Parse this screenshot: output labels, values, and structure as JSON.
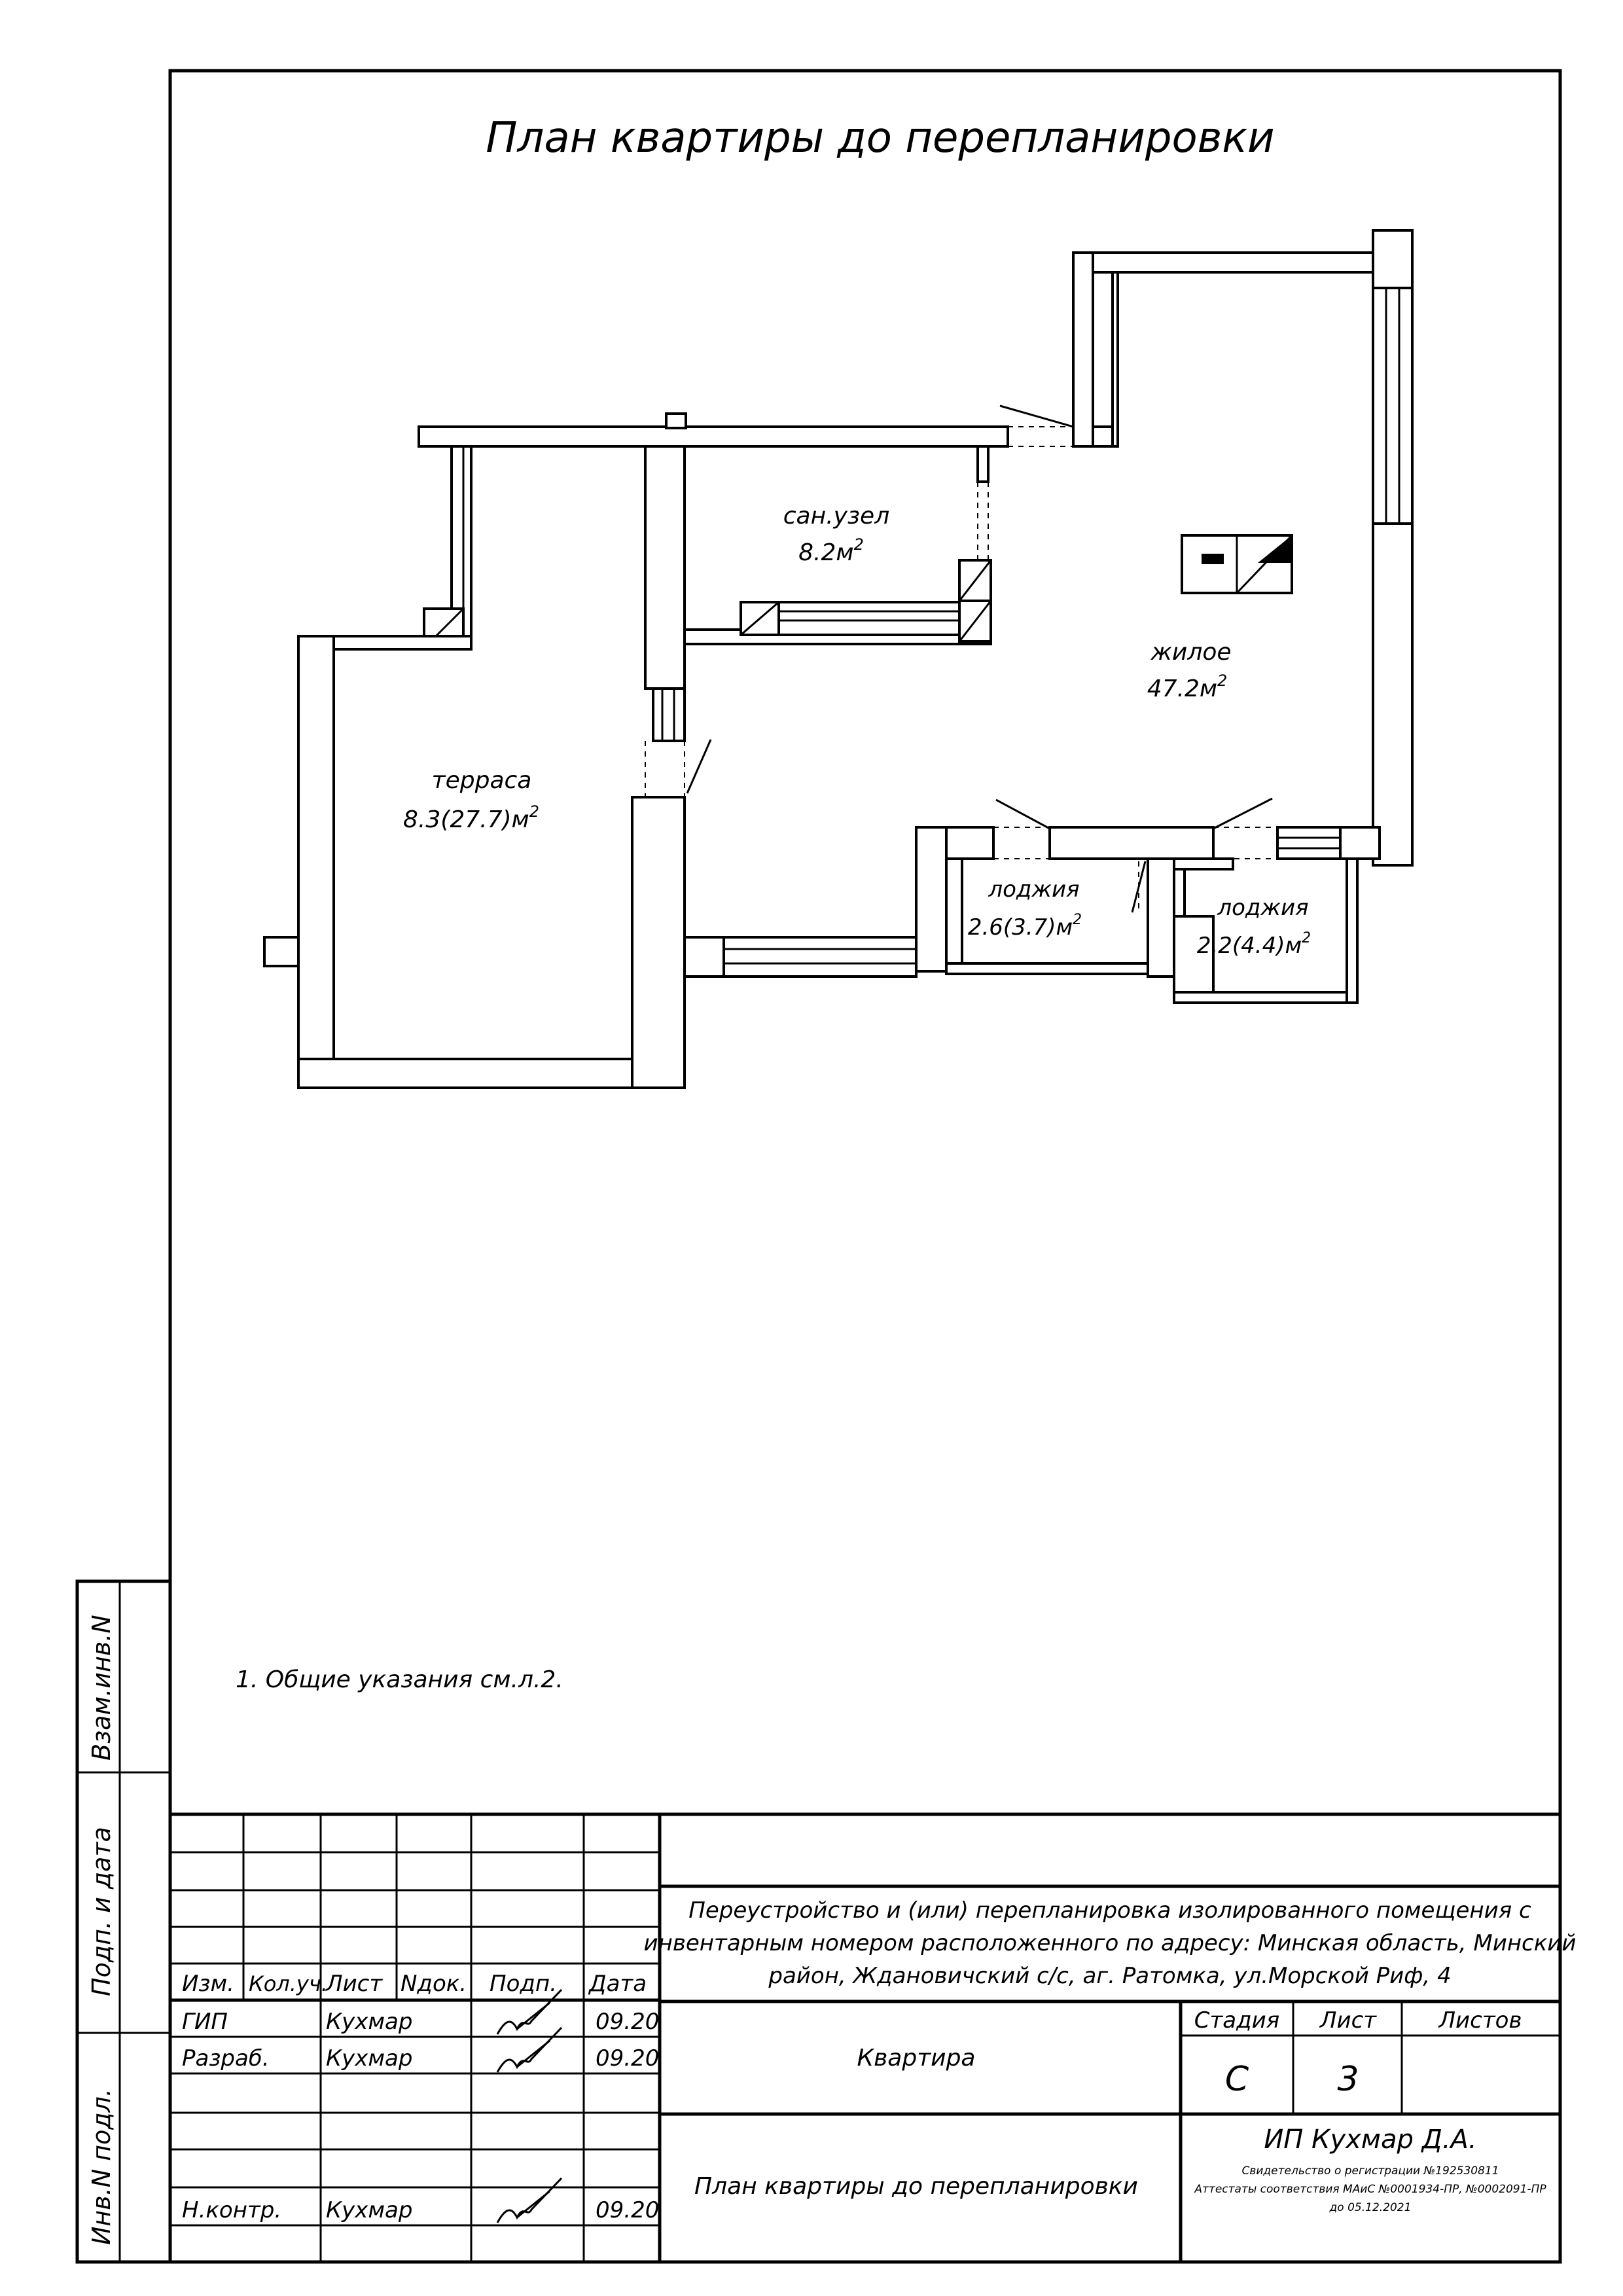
{
  "sheet_title": "План квартиры до перепланировки",
  "rooms": {
    "sanuzel": {
      "name": "сан.узел",
      "area": "8.2м",
      "sup": "2"
    },
    "zhiloe": {
      "name": "жилое",
      "area": "47.2м",
      "sup": "2"
    },
    "terrasa": {
      "name": "терраса",
      "area": "8.3(27.7)м",
      "sup": "2"
    },
    "lodzhia1": {
      "name": "лоджия",
      "area": "2.6(3.7)м",
      "sup": "2"
    },
    "lodzhia2": {
      "name": "лоджия",
      "area": "2.2(4.4)м",
      "sup": "2"
    }
  },
  "note": "1. Общие указания см.л.2.",
  "side_stamp": {
    "vzam": "Взам.инв.N",
    "podp": "Подп. и дата",
    "inv": "Инв.N подл."
  },
  "title_block": {
    "headers": [
      "Изм.",
      "Кол.уч.",
      "Лист",
      "Nдок.",
      "Подп.",
      "Дата"
    ],
    "signers": [
      {
        "role": "ГИП",
        "name": "Кухмар",
        "date": "09.20"
      },
      {
        "role": "Разраб.",
        "name": "Кухмар",
        "date": "09.20"
      },
      {
        "role": "Н.контр.",
        "name": "Кухмар",
        "date": "09.20"
      }
    ],
    "project_lines": [
      "Переустройство и (или) перепланировка изолированного помещения с",
      "инвентарным номером  расположенного по адресу: Минская область, Минский",
      "район, Ждановичский с/с, аг. Ратомка, ул.Морской Риф, 4"
    ],
    "object": "Квартира",
    "drawing": "План квартиры до перепланировки",
    "stage_label": "Стадия",
    "sheet_label": "Лист",
    "sheets_label": "Листов",
    "stage": "С",
    "sheet": "3",
    "sheets": "",
    "org": "ИП Кухмар Д.А.",
    "org_lines": [
      "Свидетельство о регистрации №192530811",
      "Аттестаты соответствия МАиС №0001934-ПР, №0002091-ПР",
      "до 05.12.2021"
    ]
  }
}
